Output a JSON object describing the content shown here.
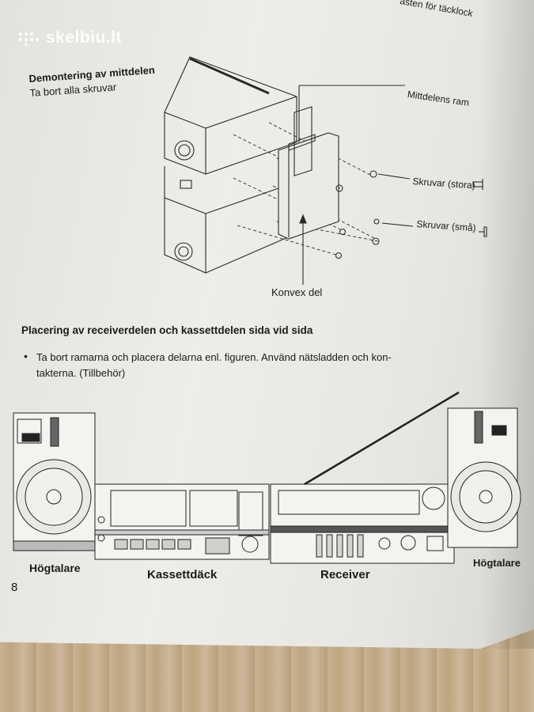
{
  "watermark": {
    "text": "skelbiu.lt"
  },
  "header": {
    "corner_text": "ästen för täcklock"
  },
  "section1": {
    "title": "Demontering av mittdelen",
    "subtitle": "Ta bort alla skruvar",
    "labels": {
      "frame": "Mittdelens ram",
      "screws_large": "Skruvar (stora)",
      "screws_small": "Skruvar (små)",
      "convex": "Konvex del"
    }
  },
  "section2": {
    "title": "Placering av receiverdelen och kassettdelen sida vid sida",
    "bullet_line1": "Ta bort ramarna och placera delarna enl. figuren. Använd nätsladden och kon-",
    "bullet_line2": "takterna. (Tillbehör)"
  },
  "figure2": {
    "label_speaker_left": "Högtalare",
    "label_cassette": "Kassettdäck",
    "label_receiver": "Receiver",
    "label_speaker_right": "Högtalare"
  },
  "page_number": "8"
}
